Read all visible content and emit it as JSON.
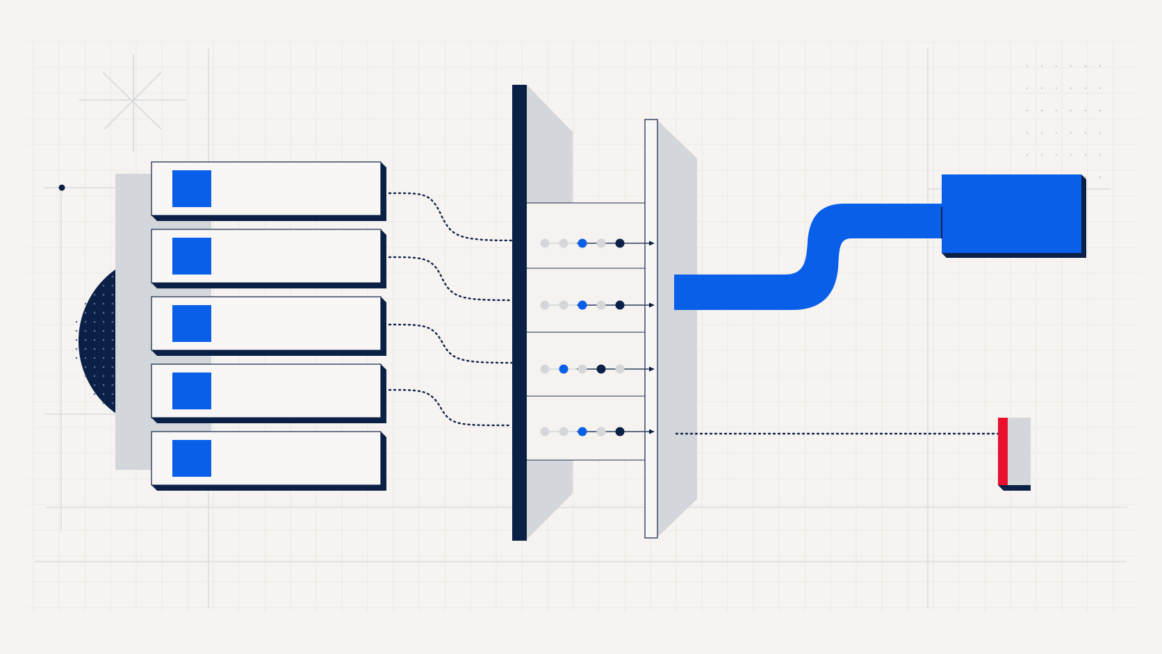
{
  "colors": {
    "background": "#f6f3f0",
    "grid": "#e4e0dc",
    "guide_line": "#cfd3d8",
    "navy": "#0b2047",
    "blue": "#0a5fe8",
    "gray_panel": "#d3d6da",
    "dot_gray": "#d4d6d9",
    "red": "#e8102e",
    "white": "#f9f7f5"
  },
  "icons": {
    "sparkle": "asterisk-sparkle-icon",
    "half_circle": "dotted-half-circle-icon",
    "output_block": "blue-block-icon",
    "error_marker": "red-marker-icon"
  },
  "inputs": {
    "row_count": 5
  },
  "filter": {
    "rows": [
      {
        "dots": [
          "gray",
          "gray",
          "blue",
          "gray",
          "navy"
        ]
      },
      {
        "dots": [
          "gray",
          "gray",
          "blue",
          "gray",
          "navy"
        ]
      },
      {
        "dots": [
          "gray",
          "blue",
          "gray",
          "navy",
          "gray"
        ]
      },
      {
        "dots": [
          "gray",
          "gray",
          "blue",
          "gray",
          "navy"
        ]
      }
    ]
  },
  "outputs": {
    "success": "blue",
    "rejected": "red"
  }
}
